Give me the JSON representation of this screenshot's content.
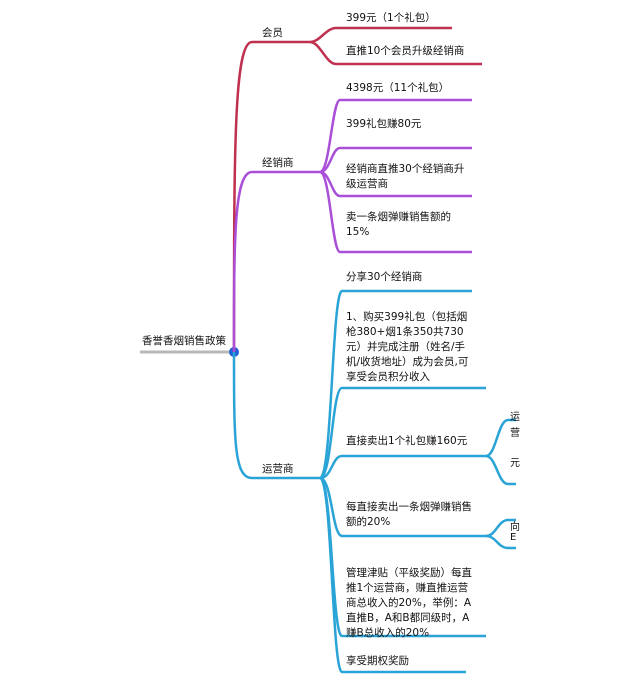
{
  "root": {
    "label": "香誉香烟销售政策"
  },
  "branches": [
    {
      "label": "会员",
      "color": "#c0304f",
      "items": [
        "399元（1个礼包）",
        "直推10个会员升级经销商"
      ]
    },
    {
      "label": "经销商",
      "color": "#a94fd8",
      "items": [
        "4398元（11个礼包）",
        "399礼包赚80元",
        "经销商直推30个经销商升级运营商",
        "卖一条烟弹赚销售额的15%"
      ]
    },
    {
      "label": "运营商",
      "color": "#2aa4d6",
      "items": [
        "分享30个经销商",
        "1、购买399礼包（包括烟枪380+烟1条350共730元）并完成注册（姓名/手机/收货地址）成为会员,可享受会员积分收入",
        "直接卖出1个礼包赚160元",
        "每直接卖出一条烟弹赚销售额的20%",
        "管理津贴（平级奖励）每直推1个运营商，赚直推运营商总收入的20%，举例：A直推B，A和B都同级时，A赚B总收入的20%",
        "享受期权奖励"
      ]
    }
  ],
  "cutoff_text": [
    "运",
    "营",
    "元",
    "向",
    "E"
  ]
}
